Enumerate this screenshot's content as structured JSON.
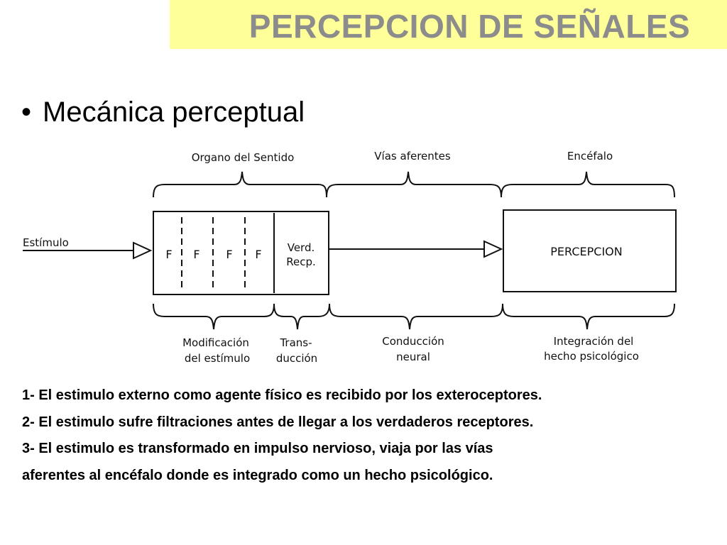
{
  "slide": {
    "title": "PERCEPCION DE SEÑALES",
    "bullet": "Mecánica perceptual"
  },
  "diagram": {
    "top_labels": [
      "Organo del Sentido",
      "Vías aferentes",
      "Encéfalo"
    ],
    "input_label": "Estímulo",
    "filters": [
      "F",
      "F",
      "F",
      "F"
    ],
    "receptor_label": [
      "Verd.",
      "Recp."
    ],
    "perception_label": "PERCEPCION",
    "bottom_labels": [
      [
        "Modificación",
        "del estímulo"
      ],
      [
        "Trans-",
        "ducción"
      ],
      [
        "Conducción",
        "neural"
      ],
      [
        "Integración del",
        "hecho psicológico"
      ]
    ]
  },
  "notes": [
    "1- El estimulo externo como agente físico es recibido por los exteroceptores.",
    "2- El estimulo sufre filtraciones antes de llegar a los verdaderos receptores.",
    "3- El estimulo es transformado en impulso nervioso, viaja por las vías",
    "aferentes al encéfalo donde es integrado como un hecho psicológico."
  ]
}
